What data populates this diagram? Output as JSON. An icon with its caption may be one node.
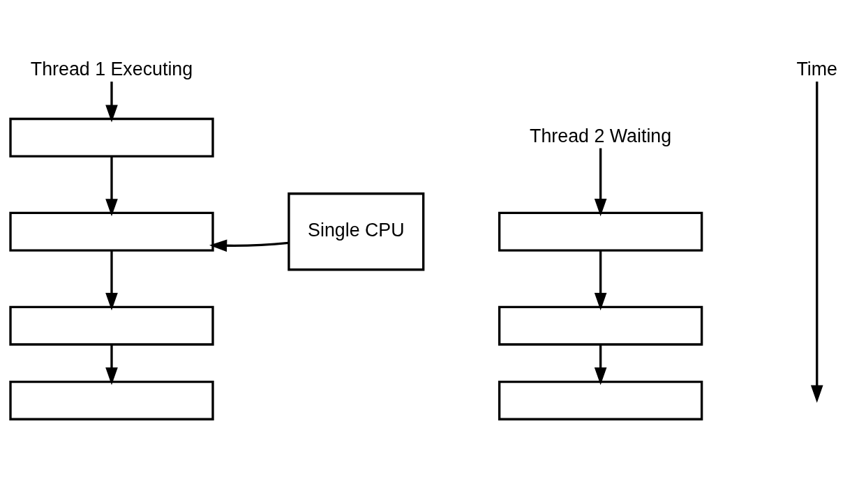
{
  "diagram": {
    "nodes": [
      {
        "text": [
          "Thread 1 Executing"
        ]
      },
      {
        "text": [],
        "shape": "box"
      },
      {
        "text": [],
        "shape": "box"
      },
      {
        "text": [],
        "shape": "box"
      },
      {
        "text": [],
        "shape": "box"
      },
      {
        "text": [
          "Single CPU"
        ]
      },
      {
        "text": [
          "Thread 2 Waiting"
        ]
      },
      {
        "text": [],
        "shape": "box"
      },
      {
        "text": [],
        "shape": "box"
      },
      {
        "text": [],
        "shape": "box"
      },
      {
        "text": [
          "Time"
        ]
      }
    ],
    "edges": [
      {
        "from": 0,
        "to": 1,
        "arrow": "to"
      },
      {
        "from": 1,
        "to": 2,
        "arrow": "to"
      },
      {
        "from": 5,
        "to": 2,
        "arrow": "to"
      },
      {
        "from": 2,
        "to": 3,
        "arrow": "to"
      },
      {
        "from": 3,
        "to": 4,
        "arrow": "to"
      },
      {
        "from": 6,
        "to": 7,
        "arrow": "to"
      },
      {
        "from": 7,
        "to": 8,
        "arrow": "to"
      },
      {
        "from": 8,
        "to": 9,
        "arrow": "to"
      },
      {
        "from": 10,
        "to": null,
        "arrow": "to"
      }
    ]
  }
}
